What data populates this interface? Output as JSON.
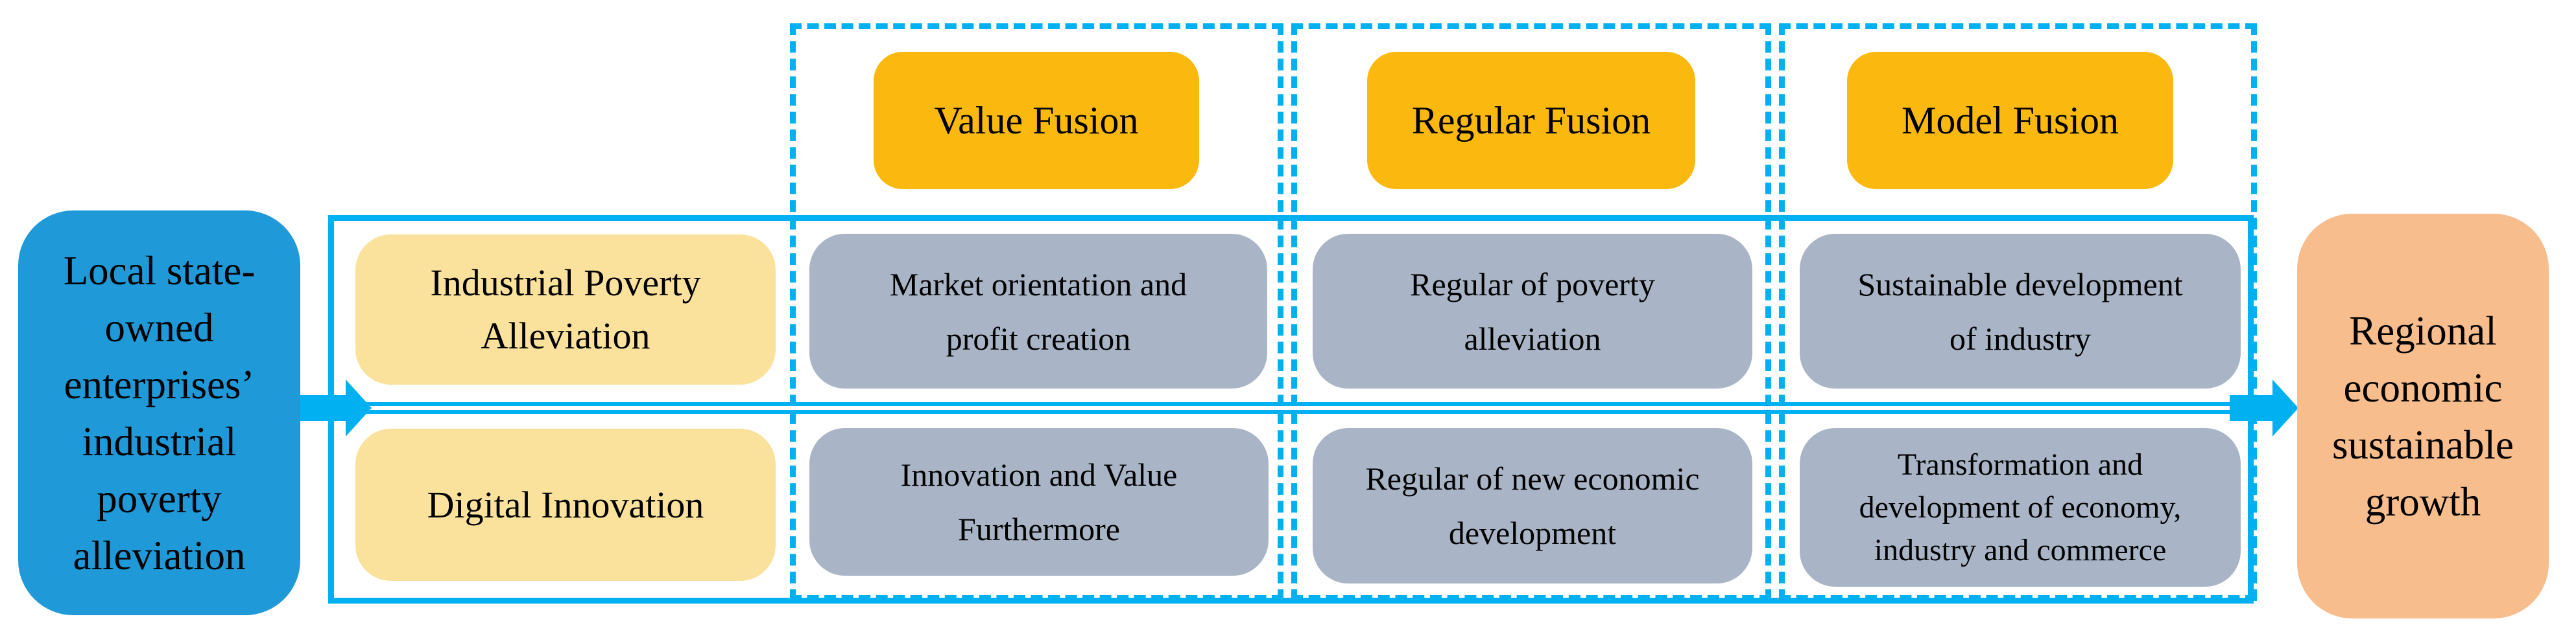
{
  "palette": {
    "cyan_accent": "#00B0F0",
    "source_blue": "#2099D8",
    "header_gold": "#FBB90F",
    "input_pale_yellow": "#FAE19C",
    "cell_gray": "#A9B5C6",
    "outcome_orange": "#F8BD8D",
    "text": "#000000"
  },
  "left_node": {
    "lines": [
      "Local state-",
      "owned",
      "enterprises’",
      "industrial",
      "poverty",
      "alleviation"
    ]
  },
  "right_node": {
    "lines": [
      "Regional",
      "economic",
      "sustainable",
      "growth"
    ]
  },
  "input_rows": [
    {
      "lines": [
        "Industrial Poverty",
        "Alleviation"
      ]
    },
    {
      "lines": [
        "Digital Innovation"
      ]
    }
  ],
  "fusion_columns": [
    {
      "header": "Value Fusion",
      "row1_lines": [
        "Market orientation and",
        "profit creation"
      ],
      "row2_lines": [
        "Innovation and Value",
        "Furthermore"
      ]
    },
    {
      "header": "Regular Fusion",
      "row1_lines": [
        "Regular of poverty",
        "alleviation"
      ],
      "row2_lines": [
        "Regular of new economic",
        "development"
      ]
    },
    {
      "header": "Model Fusion",
      "row1_lines": [
        "Sustainable development",
        "of industry"
      ],
      "row2_lines": [
        "Transformation and",
        "development of economy,",
        "industry and commerce"
      ]
    }
  ]
}
